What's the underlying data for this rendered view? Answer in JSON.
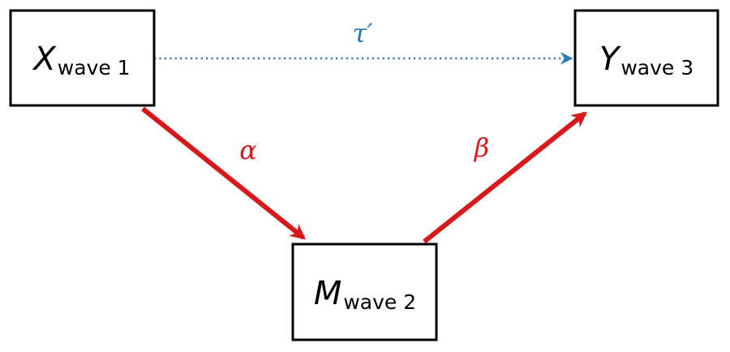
{
  "nodes": {
    "x": {
      "letter": "X",
      "sub": "wave 1"
    },
    "m": {
      "letter": "M",
      "sub": "wave 2"
    },
    "y": {
      "letter": "Y",
      "sub": "wave 3"
    }
  },
  "paths": {
    "a": {
      "label": "α"
    },
    "b": {
      "label": "β"
    },
    "direct": {
      "label": "τ′"
    }
  },
  "colors": {
    "indirect": "#d7191c",
    "direct": "#2c7bb6",
    "box": "#000000"
  }
}
